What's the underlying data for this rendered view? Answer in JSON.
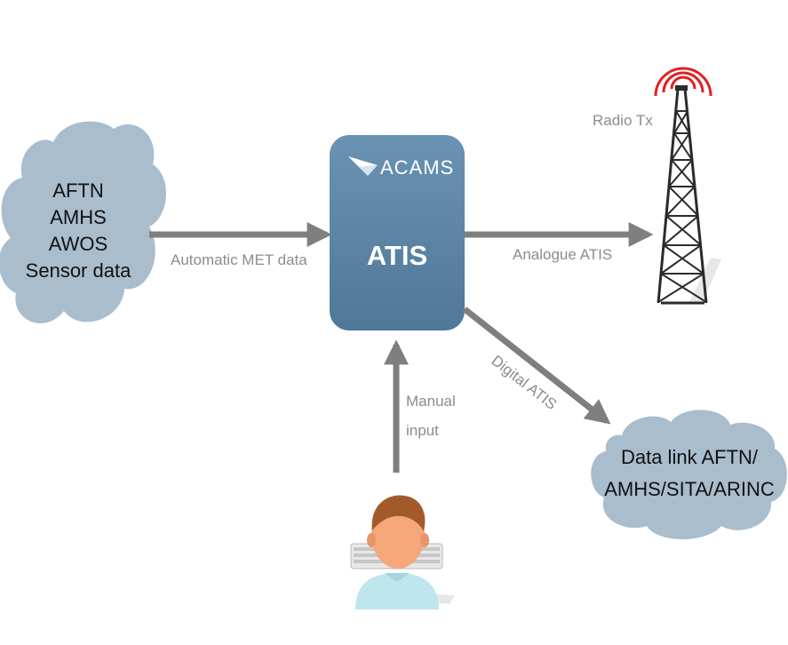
{
  "sources_cloud": {
    "lines": [
      "AFTN",
      "AMHS",
      "AWOS",
      "Sensor data"
    ]
  },
  "atis_box": {
    "logo_text": "ACAMS",
    "title": "ATIS"
  },
  "tower": {
    "label": "Radio Tx"
  },
  "datalink_cloud": {
    "lines": [
      "Data link AFTN/",
      "AMHS/SITA/ARINC"
    ]
  },
  "arrows": {
    "automatic_met": "Automatic MET data",
    "analogue_atis": "Analogue ATIS",
    "digital_atis": "Digital ATIS",
    "manual_input": [
      "Manual",
      "input"
    ]
  },
  "colors": {
    "arrow": "#7f7f7f",
    "cloud": "#a9bdcd",
    "atis_box": "#5b85a6",
    "signal_red": "#e02020"
  }
}
